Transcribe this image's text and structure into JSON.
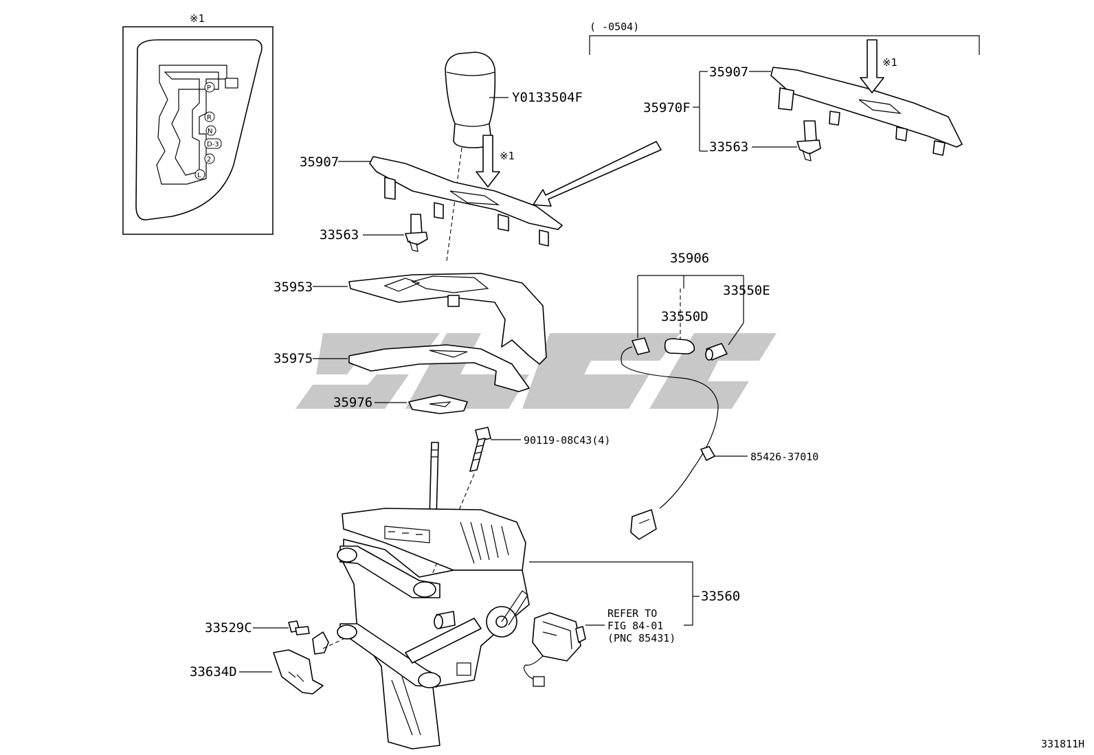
{
  "diagram": {
    "inset_marker": "※1",
    "inset_gear_positions": [
      "P",
      "R",
      "N",
      "D-3",
      "2",
      "L"
    ],
    "bracket_range": "(   -0504)",
    "figure_id": "331811H",
    "watermark_text": "GLCE"
  },
  "callouts": [
    {
      "id": "knob",
      "text": "Y0133504F"
    },
    {
      "id": "top-left-panel",
      "text": "35907"
    },
    {
      "id": "note-mark",
      "text": "※1"
    },
    {
      "id": "screw-clip",
      "text": "33563"
    },
    {
      "id": "upper-cover",
      "text": "35953"
    },
    {
      "id": "lower-cover",
      "text": "35975"
    },
    {
      "id": "small-plate",
      "text": "35976"
    },
    {
      "id": "bolt",
      "text": "90119-08C43(4)"
    },
    {
      "id": "wire-clip",
      "text": "85426-37010"
    },
    {
      "id": "bulb-set",
      "text": "35906"
    },
    {
      "id": "bulb-d",
      "text": "33550D"
    },
    {
      "id": "bulb-e",
      "text": "33550E"
    },
    {
      "id": "shift-assembly",
      "text": "33560"
    },
    {
      "id": "refer-1",
      "text": "REFER TO"
    },
    {
      "id": "refer-2",
      "text": "FIG 84-01"
    },
    {
      "id": "refer-3",
      "text": "(PNC 85431)"
    },
    {
      "id": "small-screw",
      "text": "33529C"
    },
    {
      "id": "bracket",
      "text": "33634D"
    },
    {
      "id": "alt-panel",
      "text": "35907"
    },
    {
      "id": "alt-set",
      "text": "35970F"
    },
    {
      "id": "alt-clip",
      "text": "33563"
    },
    {
      "id": "alt-note-mark",
      "text": "※1"
    }
  ]
}
